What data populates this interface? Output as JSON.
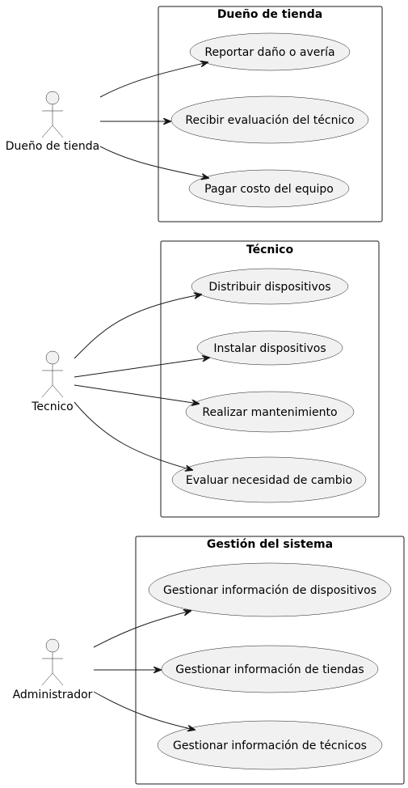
{
  "packages": [
    {
      "title": "Dueño de tienda",
      "actor": "Dueño de tienda",
      "use_cases": [
        "Reportar daño o avería",
        "Recibir evaluación del técnico",
        "Pagar costo del equipo"
      ]
    },
    {
      "title": "Técnico",
      "actor": "Tecnico",
      "use_cases": [
        "Distribuir dispositivos",
        "Instalar dispositivos",
        "Realizar mantenimiento",
        "Evaluar necesidad de cambio"
      ]
    },
    {
      "title": "Gestión del sistema",
      "actor": "Administrador",
      "use_cases": [
        "Gestionar información de dispositivos",
        "Gestionar información de tiendas",
        "Gestionar información de técnicos"
      ]
    }
  ]
}
